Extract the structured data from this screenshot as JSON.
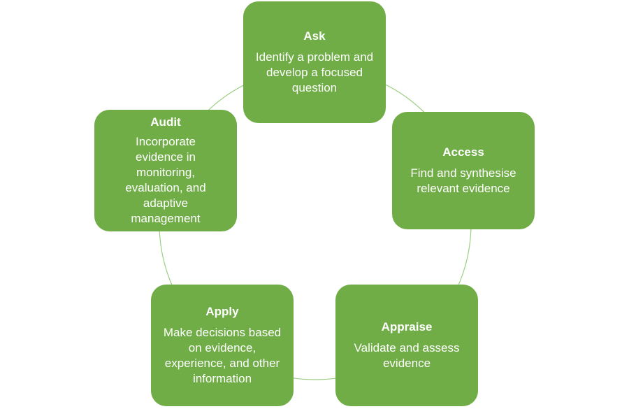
{
  "diagram": {
    "ring_color": "#9ccf83",
    "box_color": "#70ad47",
    "text_color": "#ffffff",
    "steps": [
      {
        "title": "Ask",
        "description": "Identify a problem and develop a focused question"
      },
      {
        "title": "Access",
        "description": "Find and synthesise relevant evidence"
      },
      {
        "title": "Appraise",
        "description": "Validate and assess evidence"
      },
      {
        "title": "Apply",
        "description": "Make decisions based on evidence, experience, and other information"
      },
      {
        "title": "Audit",
        "description": "Incorporate evidence in monitoring, evaluation, and adaptive management"
      }
    ]
  }
}
